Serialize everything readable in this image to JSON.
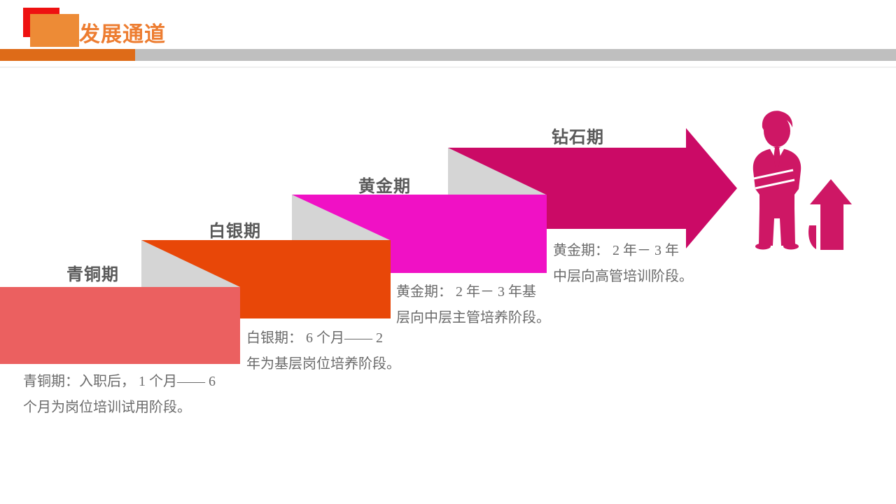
{
  "slide": {
    "header": {
      "title": "发展通道",
      "colors": {
        "title": "#ED7D31",
        "logo_red": "#EE1111",
        "logo_orange": "#ED8B36",
        "bar_orange": "#DE6B18",
        "bar_gray": "#BFBFBF"
      }
    },
    "fold_color": "#D5D5D5",
    "icon_color": "#CE1765",
    "icons": {
      "businessman": "businessman-icon",
      "up_arrow": "up-arrow-icon"
    },
    "stages": [
      {
        "label": "青铜期",
        "color": "#EB6060",
        "desc_line1": "青铜期：入职后， 1 个月—— 6",
        "desc_line2": "个月为岗位培训试用阶段。"
      },
      {
        "label": "白银期",
        "color": "#E84708",
        "desc_line1": "白银期： 6 个月—— 2",
        "desc_line2": "年为基层岗位培养阶段。"
      },
      {
        "label": "黄金期",
        "color": "#F011C5",
        "desc_line1": "黄金期： 2 年－ 3 年基",
        "desc_line2": "层向中层主管培养阶段。"
      },
      {
        "label": "钻石期",
        "color": "#CB0A66",
        "desc_line1": "黄金期： 2 年－ 3 年",
        "desc_line2": "中层向高管培训阶段。"
      }
    ]
  }
}
